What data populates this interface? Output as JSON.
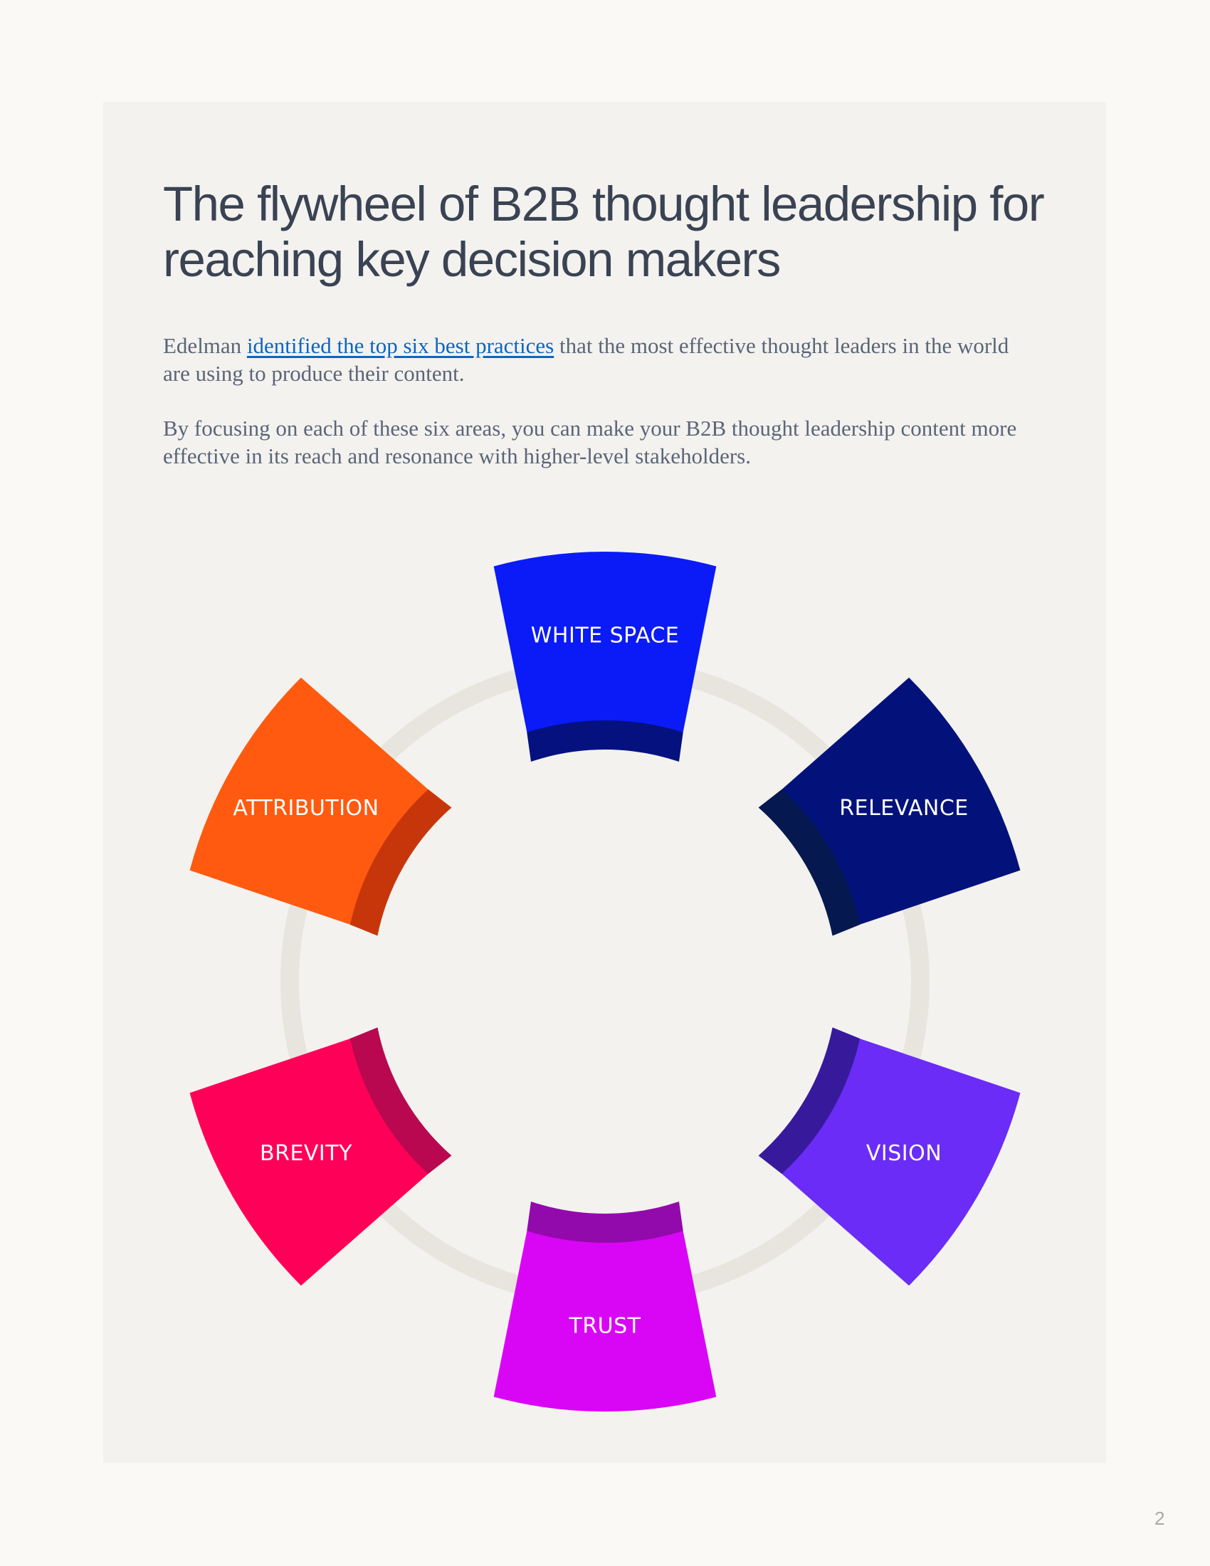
{
  "title": {
    "line1": "The flywheel of B2B thought leadership for",
    "line2": "reaching key decision makers"
  },
  "intro": {
    "prefix": "Edelman ",
    "link_text": "identified the top six best practices",
    "suffix": " that the most effective thought leaders in the world are using to produce their content."
  },
  "body": "By focusing on each of these six areas, you can make your B2B thought leadership content more effective in its reach and resonance with higher-level stakeholders.",
  "flywheel": {
    "ring_color": "#e8e5df",
    "segments": [
      {
        "label": "WHITE SPACE",
        "color": "#0a1bf7",
        "band_color": "#04117f"
      },
      {
        "label": "RELEVANCE",
        "color": "#03127a",
        "band_color": "#051850"
      },
      {
        "label": "VISION",
        "color": "#6a2cf6",
        "band_color": "#371a9c"
      },
      {
        "label": "TRUST",
        "color": "#d906f5",
        "band_color": "#920aab"
      },
      {
        "label": "BREVITY",
        "color": "#ff0058",
        "band_color": "#b9084f"
      },
      {
        "label": "ATTRIBUTION",
        "color": "#ff5a10",
        "band_color": "#c7360b"
      }
    ]
  },
  "page_number": "2"
}
